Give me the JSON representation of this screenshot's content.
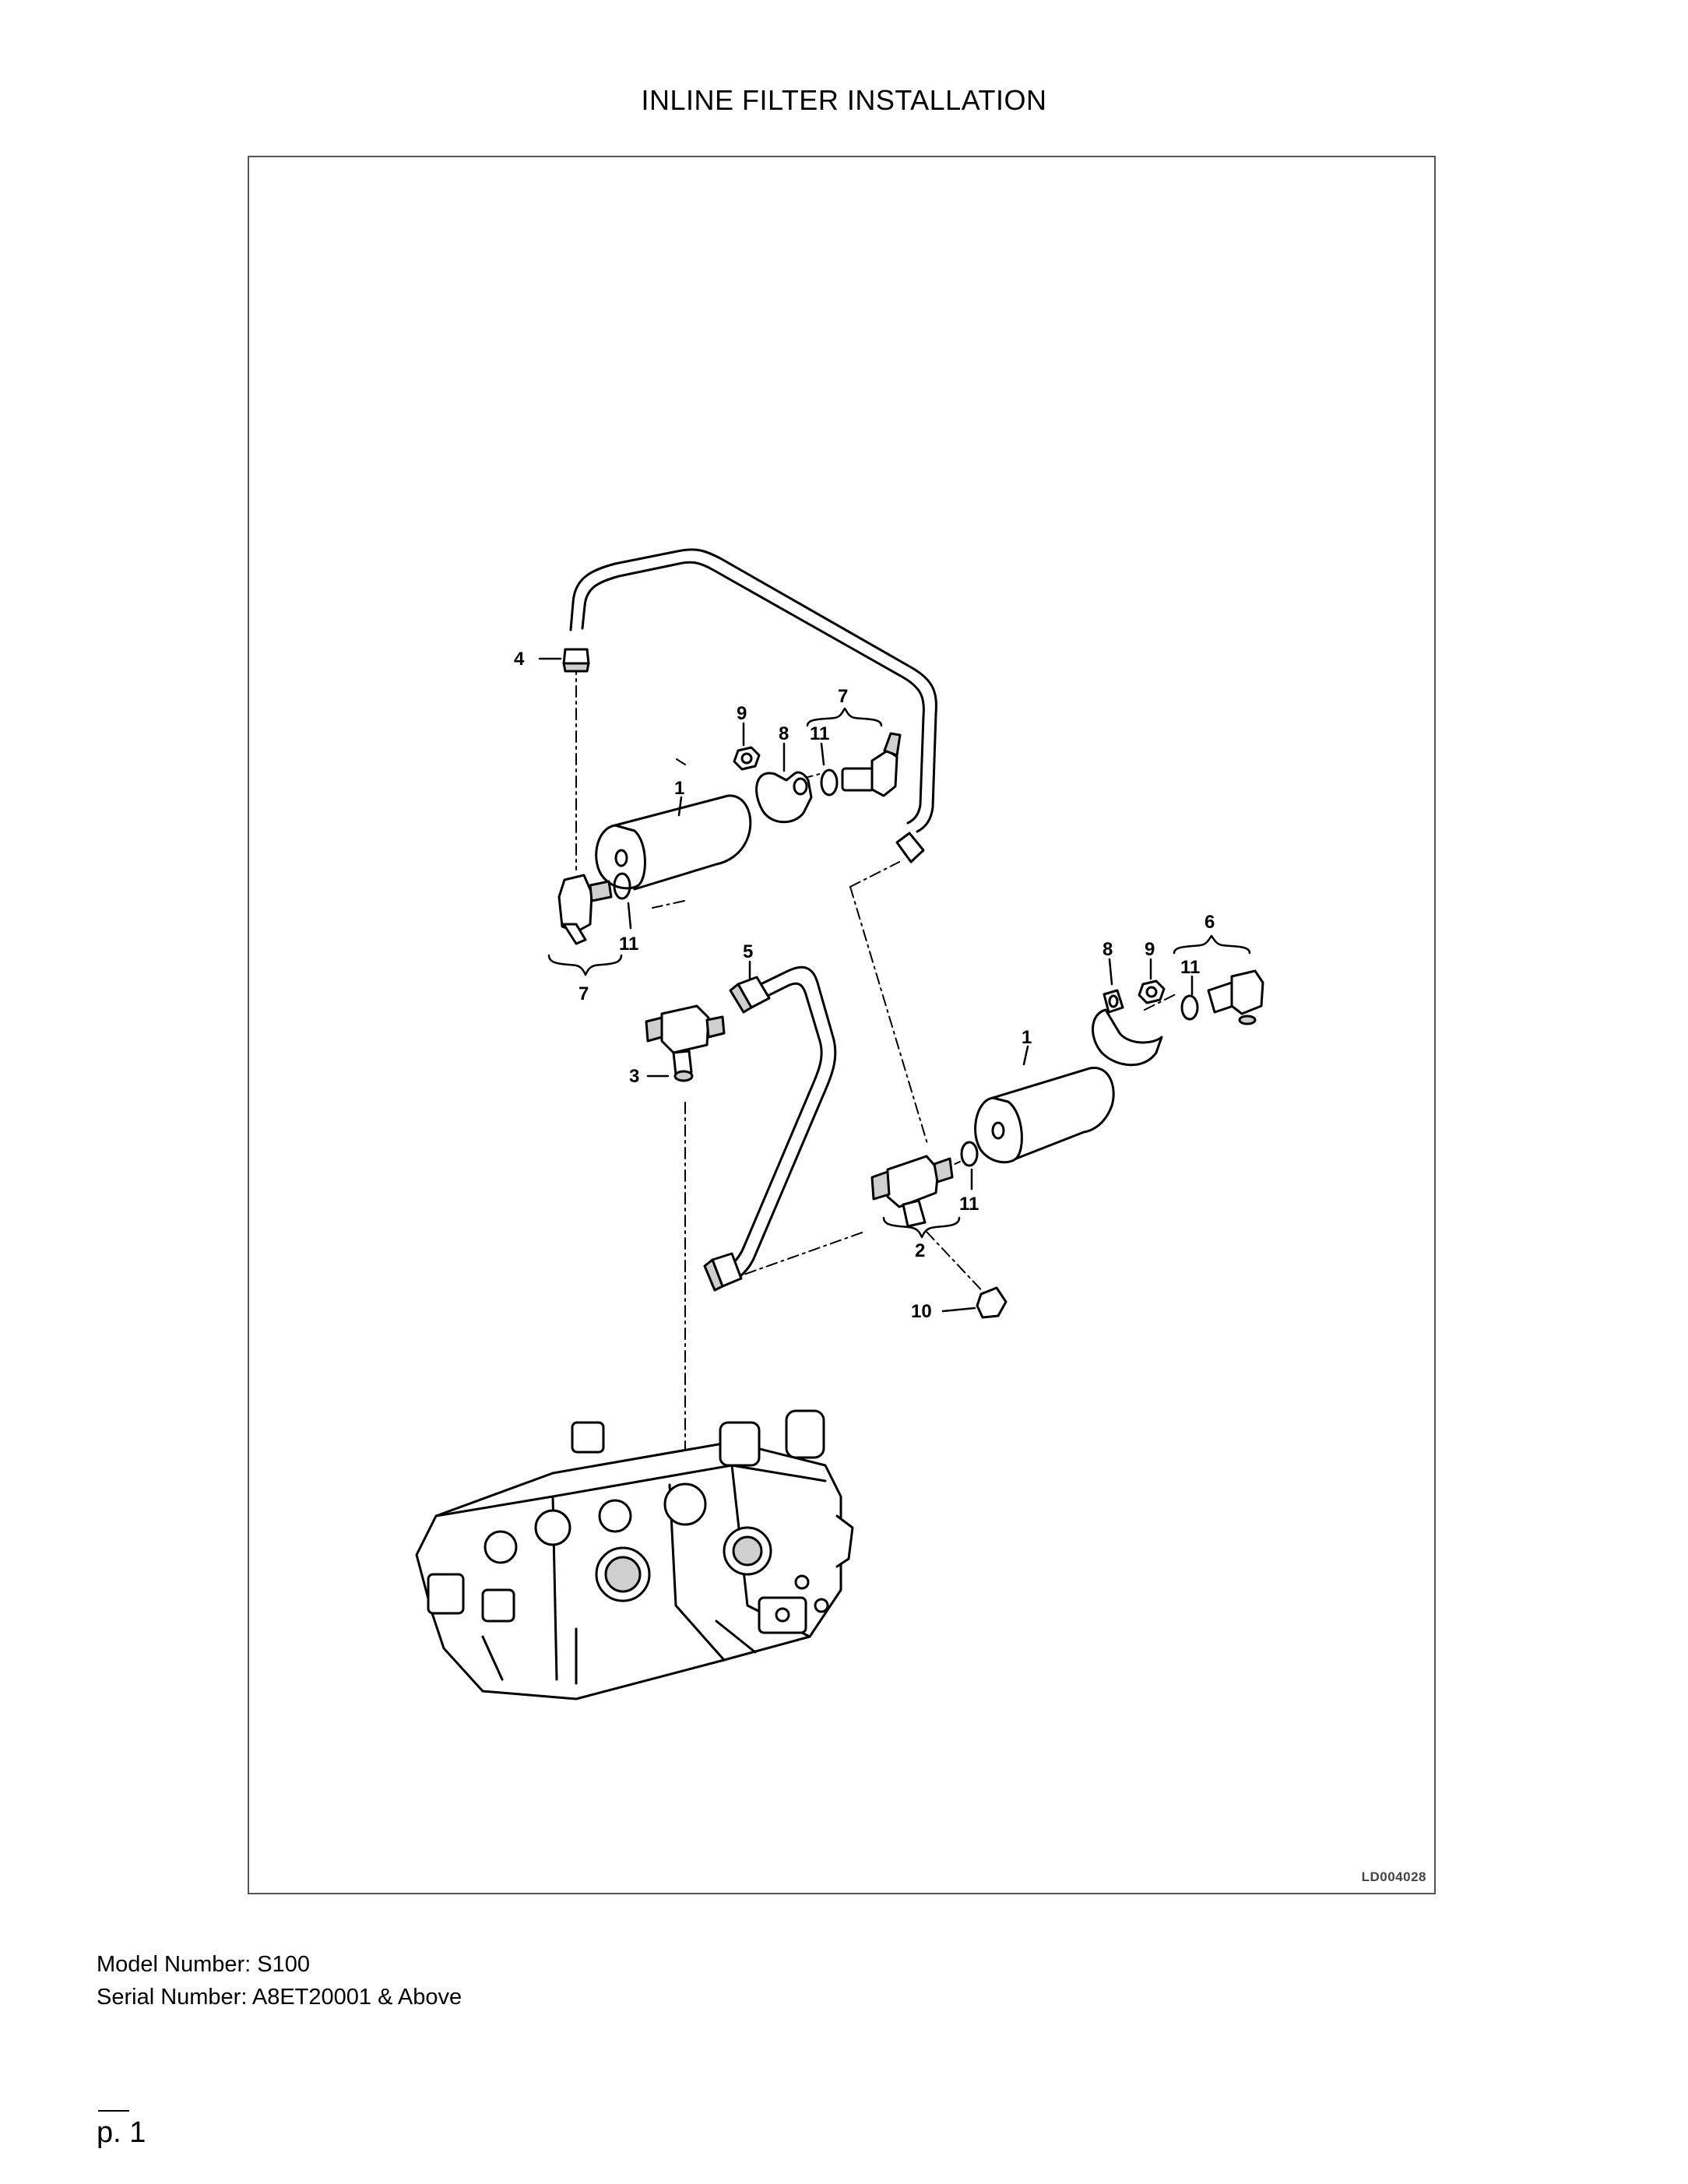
{
  "title": "INLINE FILTER INSTALLATION",
  "diagram": {
    "drawing_code": "LD004028",
    "callouts": [
      "1",
      "1",
      "2",
      "3",
      "4",
      "5",
      "6",
      "7",
      "7",
      "8",
      "8",
      "9",
      "9",
      "10",
      "11",
      "11",
      "11",
      "11"
    ]
  },
  "info": {
    "model_line": "Model Number: S100",
    "serial_line": "Serial Number: A8ET20001 & Above"
  },
  "page": {
    "number": "p. 1"
  },
  "colors": {
    "line": "#000000",
    "frame": "#555555",
    "shade": "#cfcfcf"
  }
}
